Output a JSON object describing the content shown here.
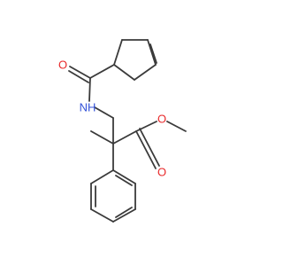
{
  "molecule": {
    "colors": {
      "bond": "#3a3a3a",
      "oxygen": "#e8292a",
      "nitrogen": "#3352d8"
    },
    "atoms": [
      {
        "id": "O_amide",
        "label": "O",
        "element": "oxygen"
      },
      {
        "id": "N_amide",
        "label": "NH",
        "element": "nitrogen"
      },
      {
        "id": "O_ester_ether",
        "label": "O",
        "element": "oxygen"
      },
      {
        "id": "O_ester_carbonyl",
        "label": "O",
        "element": "oxygen"
      }
    ]
  }
}
